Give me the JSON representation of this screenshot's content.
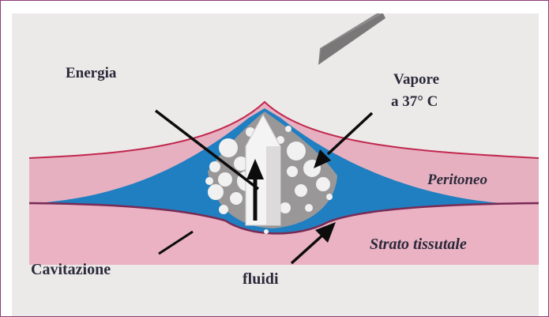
{
  "labels": {
    "energia": "Energia",
    "vapore_line1": "Vapore",
    "vapore_line2": "a 37° C",
    "peritoneo": "Peritoneo",
    "strato": "Strato tissutale",
    "cavitazione": "Cavitazione",
    "fluidi": "fluidi"
  },
  "colors": {
    "border": "#8a3d78",
    "background": "#eceae9",
    "tissue_pink": "#eab2c3",
    "peritoneum_pink": "#e6aabd",
    "fluid_blue": "#1f7fc0",
    "vapor_gray": "#9a9798",
    "outline_red": "#c0284e",
    "instrument_gray": "#8d8a8b",
    "arrow_black": "#0c0c0c"
  },
  "icons": {
    "probe": "instrument-probe-icon",
    "bubbles": "vapor-bubble-icon",
    "arrows": "arrow-icon"
  }
}
